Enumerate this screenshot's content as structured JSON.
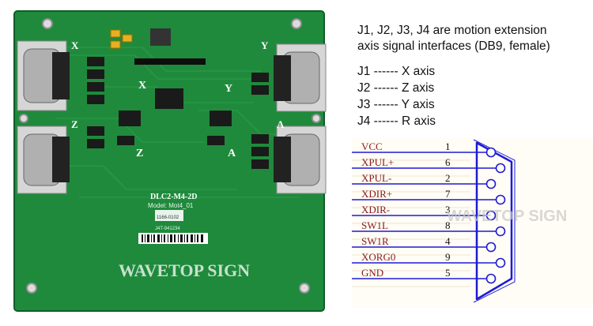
{
  "description": {
    "line1": "J1, J2, J3, J4 are motion extension",
    "line2": "axis signal interfaces (DB9, female)",
    "mapping": [
      "J1 ------ X axis",
      "J2 ------ Z axis",
      "J3 ------ Y axis",
      "J4 ------ R axis"
    ]
  },
  "board": {
    "connector_labels": [
      "X",
      "Y",
      "Z",
      "A"
    ],
    "axis_labels": [
      "X",
      "Y",
      "Z",
      "A"
    ],
    "model_title": "DLC2-M4-2D",
    "model_sub": "Model: Mot4_01",
    "version": "1166-0102",
    "barcode_text": "J4T-941234",
    "watermark": "WAVETOP SIGN"
  },
  "pinout": {
    "watermark": "WAVETOP SIGN",
    "pins": [
      {
        "label": "VCC",
        "num": "1"
      },
      {
        "label": "XPUL+",
        "num": "6"
      },
      {
        "label": "XPUL-",
        "num": "2"
      },
      {
        "label": "XDIR+",
        "num": "7"
      },
      {
        "label": "XDIR-",
        "num": "3"
      },
      {
        "label": "SW1L",
        "num": "8"
      },
      {
        "label": "SW1R",
        "num": "4"
      },
      {
        "label": "XORG0",
        "num": "9"
      },
      {
        "label": "GND",
        "num": "5"
      }
    ]
  }
}
